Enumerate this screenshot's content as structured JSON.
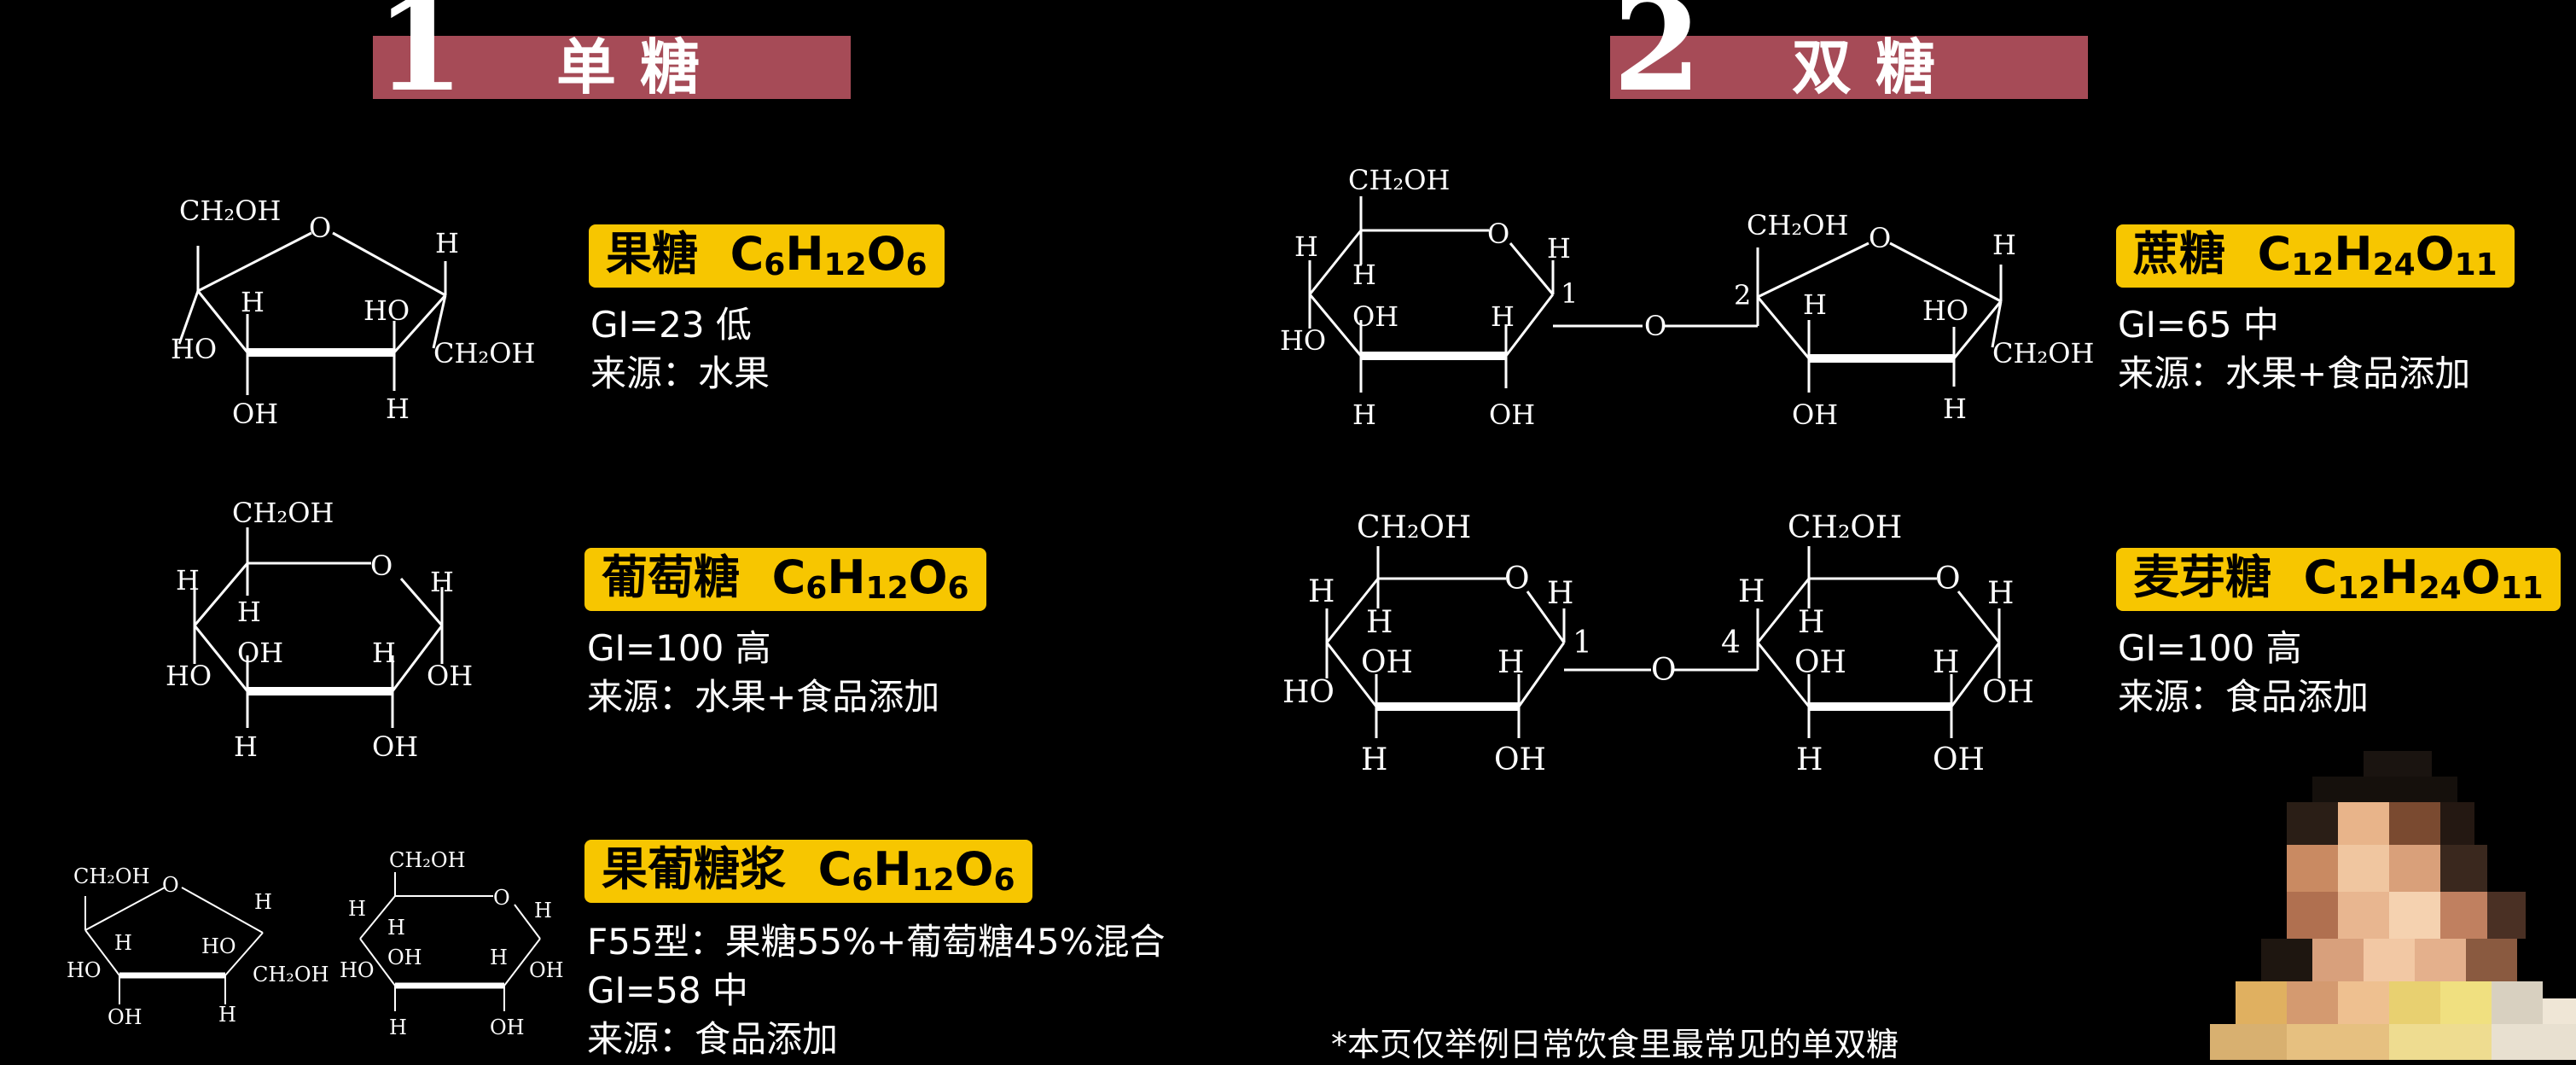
{
  "sections": {
    "mono": {
      "number": "1",
      "title": "单糖"
    },
    "di": {
      "number": "2",
      "title": "双糖"
    }
  },
  "fructose": {
    "name": "果糖",
    "formula": [
      "C",
      "6",
      "H",
      "12",
      "O",
      "6"
    ],
    "gi": "GI=23 低",
    "source": "来源：水果"
  },
  "glucose": {
    "name": "葡萄糖",
    "formula": [
      "C",
      "6",
      "H",
      "12",
      "O",
      "6"
    ],
    "gi": "GI=100 高",
    "source": "来源：水果+食品添加"
  },
  "hfcs": {
    "name": "果葡糖浆",
    "formula": [
      "C",
      "6",
      "H",
      "12",
      "O",
      "6"
    ],
    "type": "F55型：果糖55%+葡萄糖45%混合",
    "gi": "GI=58 中",
    "source": "来源：食品添加"
  },
  "sucrose": {
    "name": "蔗糖",
    "formula": [
      "C",
      "12",
      "H",
      "24",
      "O",
      "11"
    ],
    "gi": "GI=65 中",
    "source": "来源：水果+食品添加"
  },
  "maltose": {
    "name": "麦芽糖",
    "formula": [
      "C",
      "12",
      "H",
      "24",
      "O",
      "11"
    ],
    "gi": "GI=100 高",
    "source": "来源：食品添加"
  },
  "labels": {
    "ch2oh": "CH₂OH",
    "o": "O",
    "h": "H",
    "ho": "HO",
    "oh": "OH",
    "n1": "1",
    "n2": "2",
    "n4": "4"
  },
  "footnote": "*本页仅举例日常饮食里最常见的单双糖",
  "colors": {
    "band": "#a64b57",
    "tag": "#f7c600",
    "background": "#000000",
    "text": "#ffffff"
  }
}
